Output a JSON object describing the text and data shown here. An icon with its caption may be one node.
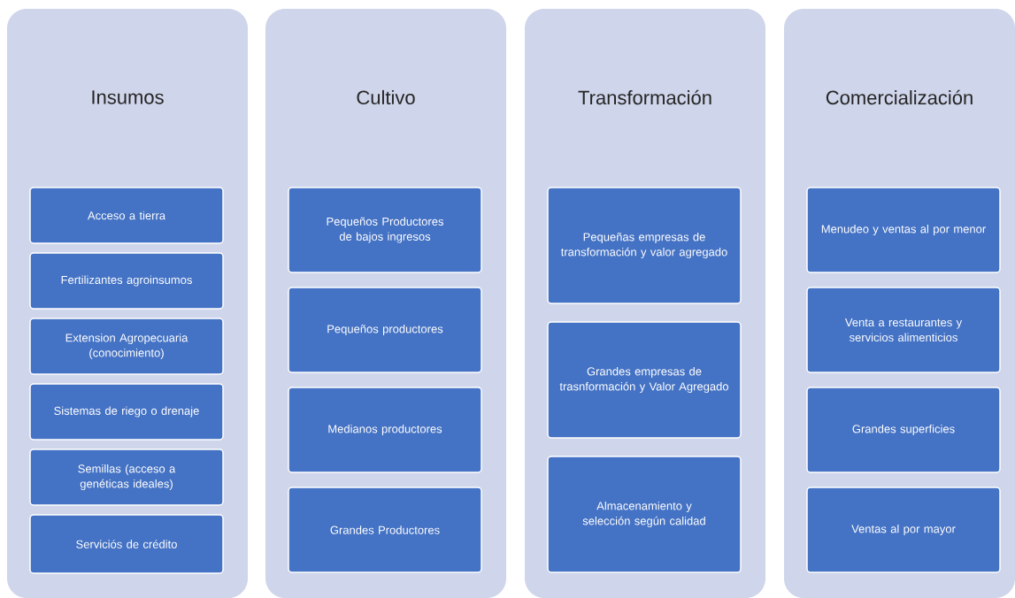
{
  "diagram": {
    "nodes": [
      {
        "text": [
          "Insumos"
        ]
      },
      {
        "text": [
          "Acceso a tierra"
        ],
        "in": 0
      },
      {
        "text": [
          "Fertilizantes agroinsumos"
        ],
        "in": 0
      },
      {
        "text": [
          "Extension Agropecuaria (conocimiento)"
        ],
        "in": 0
      },
      {
        "text": [
          "Sistemas de riego o drenaje"
        ],
        "in": 0
      },
      {
        "text": [
          "Semillas (acceso a genéticas ideales)"
        ],
        "in": 0
      },
      {
        "text": [
          "Serviciós de crédito"
        ],
        "in": 0
      },
      {
        "text": [
          "Cultivo"
        ]
      },
      {
        "text": [
          "Pequeños Productores de bajos ingresos"
        ],
        "in": 7
      },
      {
        "text": [
          "Pequeños productores"
        ],
        "in": 7
      },
      {
        "text": [
          "Medianos productores"
        ],
        "in": 7
      },
      {
        "text": [
          "Grandes Productores"
        ],
        "in": 7
      },
      {
        "text": [
          "Transformación"
        ]
      },
      {
        "text": [
          "Pequeñas empresas de transformación y valor agregado"
        ],
        "in": 12
      },
      {
        "text": [
          "Grandes empresas de trasnformación y Valor Agregado"
        ],
        "in": 12
      },
      {
        "text": [
          "Almacenamiento y selección según calidad"
        ],
        "in": 12
      },
      {
        "text": [
          "Comercialización"
        ]
      },
      {
        "text": [
          "Menudeo y ventas al por menor"
        ],
        "in": 16
      },
      {
        "text": [
          "Venta a restaurantes y servicios alimenticios"
        ],
        "in": 16
      },
      {
        "text": [
          "Grandes superficies"
        ],
        "in": 16
      },
      {
        "text": [
          "Ventas al por mayor"
        ],
        "in": 16
      }
    ],
    "edges": []
  }
}
